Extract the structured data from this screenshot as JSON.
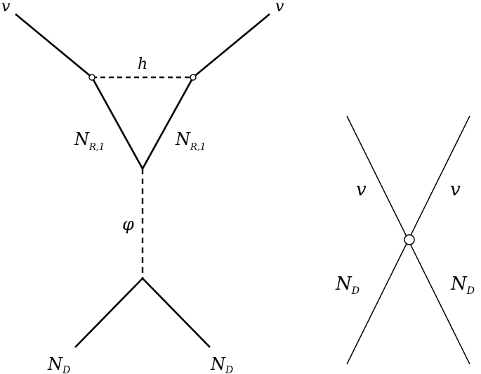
{
  "left_diagram": {
    "top_left_label": "v",
    "top_right_label": "v",
    "loop_label": "h",
    "left_side_label": {
      "main": "N",
      "sub": "R,1"
    },
    "right_side_label": {
      "main": "N",
      "sub": "R,1"
    },
    "propagator_label": "φ",
    "bottom_left_label": {
      "main": "N",
      "sub": "D"
    },
    "bottom_right_label": {
      "main": "N",
      "sub": "D"
    }
  },
  "right_diagram": {
    "upper_left_label": "v",
    "upper_right_label": "v",
    "lower_left_label": {
      "main": "N",
      "sub": "D"
    },
    "lower_right_label": {
      "main": "N",
      "sub": "D"
    }
  }
}
